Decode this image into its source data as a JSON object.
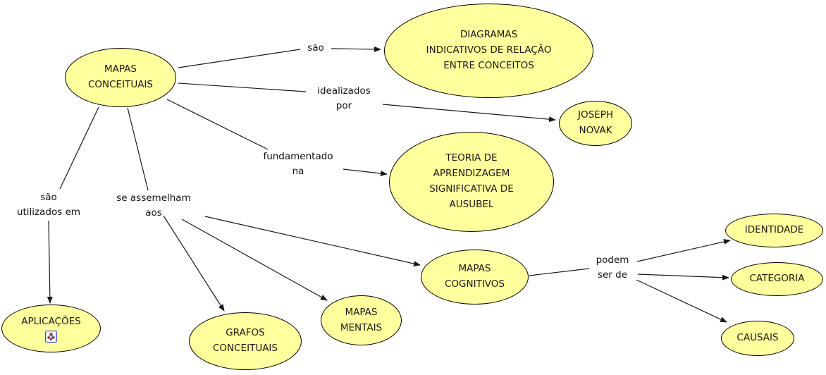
{
  "diagram": {
    "type": "concept-map",
    "language": "pt",
    "colors": {
      "background": "#FFFFFF",
      "node_fill": "#FFFF9E",
      "node_border": "#000000",
      "text": "#1A1A1A",
      "line": "#1A1A1A",
      "resource_icon_border": "#3B4BC8"
    },
    "nodes": [
      {
        "id": "mapas-conceituais",
        "label": "MAPAS\nCONCEITUAIS"
      },
      {
        "id": "diagramas-indicativos",
        "label": "DIAGRAMAS\nINDICATIVOS DE RELAÇÃO\nENTRE CONCEITOS"
      },
      {
        "id": "joseph-novak",
        "label": "JOSEPH\nNOVAK"
      },
      {
        "id": "teoria-ausubel",
        "label": "TEORIA DE\nAPRENDIZAGEM\nSIGNIFICATIVA DE\nAUSUBEL"
      },
      {
        "id": "aplicacoes",
        "label": "APLICAÇÕES",
        "icon": "cmap-resource-icon"
      },
      {
        "id": "grafos-conceituais",
        "label": "GRAFOS\nCONCEITUAIS"
      },
      {
        "id": "mapas-mentais",
        "label": "MAPAS\nMENTAIS"
      },
      {
        "id": "mapas-cognitivos",
        "label": "MAPAS\nCOGNITIVOS"
      },
      {
        "id": "identidade",
        "label": "IDENTIDADE"
      },
      {
        "id": "categoria",
        "label": "CATEGORIA"
      },
      {
        "id": "causais",
        "label": "CAUSAIS"
      }
    ],
    "links": [
      {
        "label": "são",
        "from": "mapas-conceituais",
        "to": [
          "diagramas-indicativos"
        ]
      },
      {
        "label": "idealizados\npor",
        "from": "mapas-conceituais",
        "to": [
          "joseph-novak"
        ]
      },
      {
        "label": "fundamentado\nna",
        "from": "mapas-conceituais",
        "to": [
          "teoria-ausubel"
        ]
      },
      {
        "label": "são\nutilizados em",
        "from": "mapas-conceituais",
        "to": [
          "aplicacoes"
        ]
      },
      {
        "label": "se assemelham\naos",
        "from": "mapas-conceituais",
        "to": [
          "grafos-conceituais",
          "mapas-mentais",
          "mapas-cognitivos"
        ]
      },
      {
        "label": "podem\nser de",
        "from": "mapas-cognitivos",
        "to": [
          "identidade",
          "categoria",
          "causais"
        ]
      }
    ]
  }
}
